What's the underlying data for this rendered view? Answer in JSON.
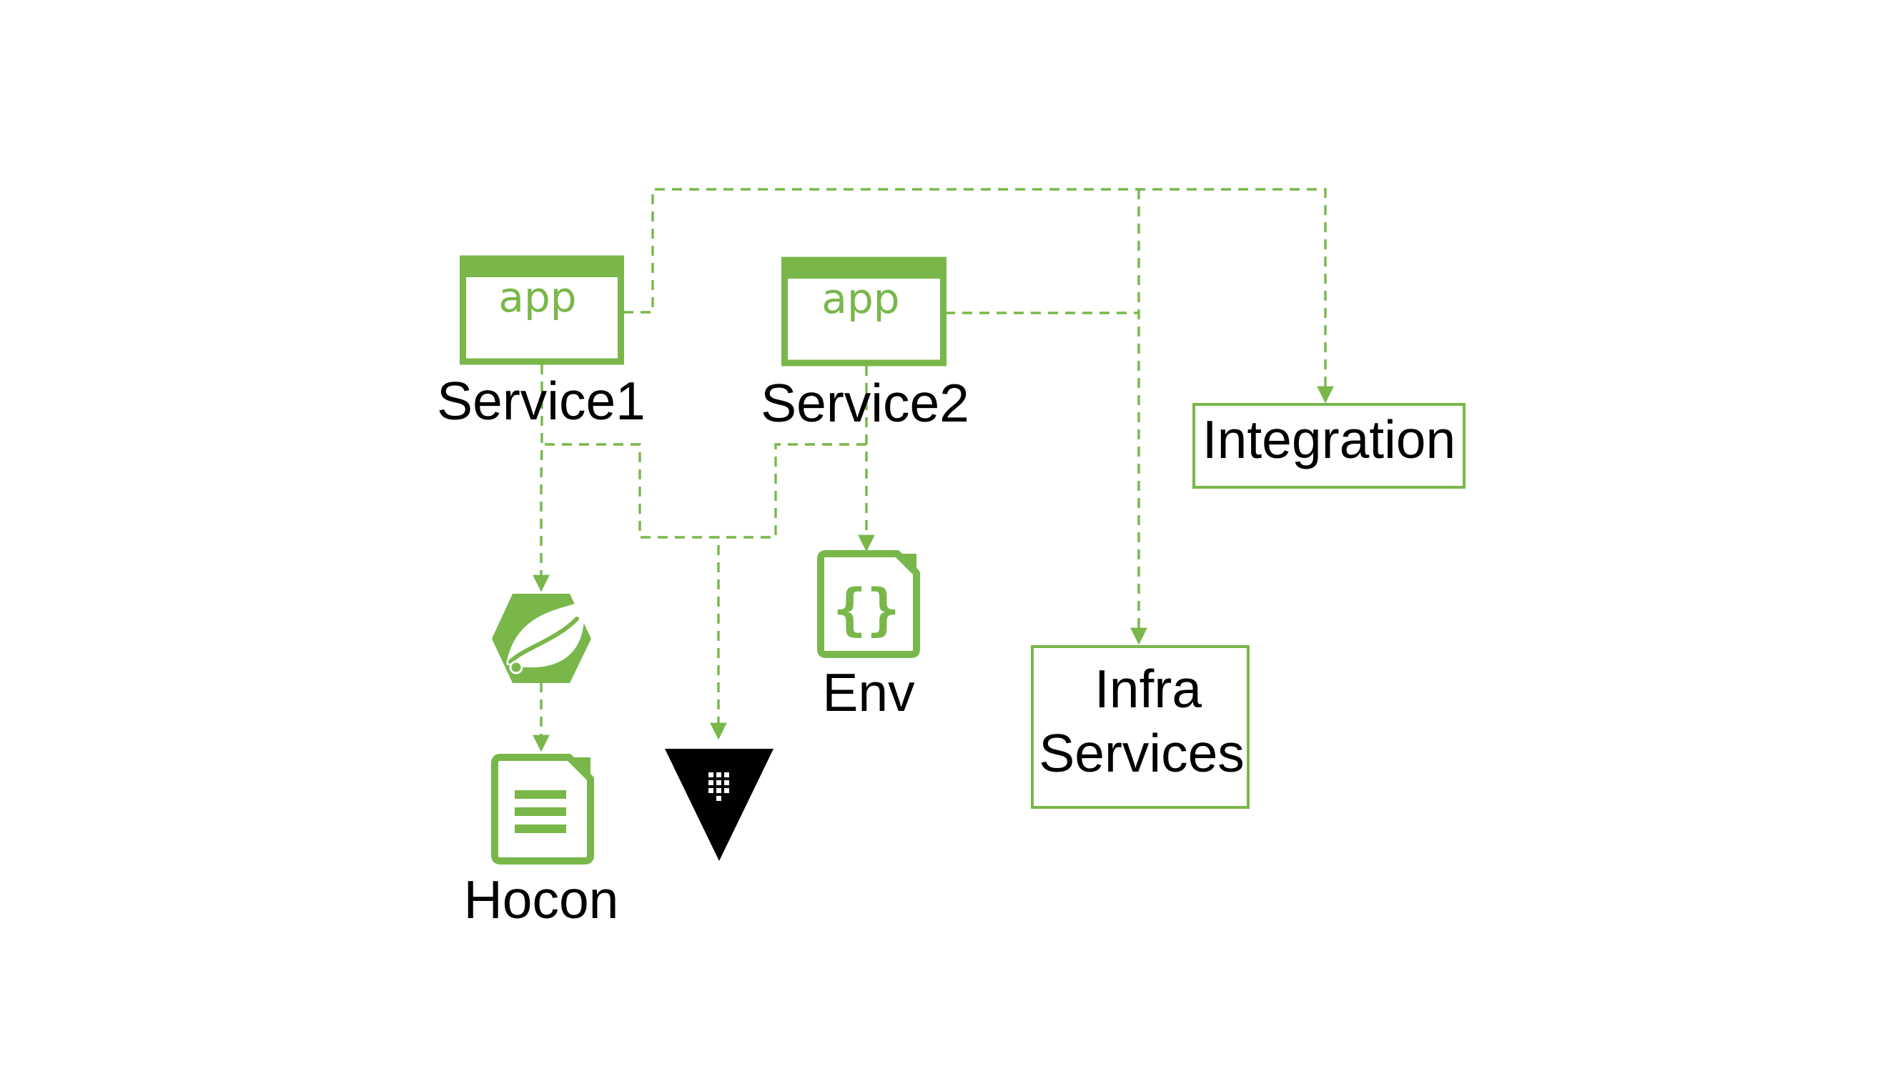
{
  "colors": {
    "accent": "#79b74a",
    "vault": "#000000",
    "text": "#000000",
    "background": "#ffffff"
  },
  "nodes": {
    "service1": {
      "label": "Service1",
      "icon_text": "app",
      "icon": "app-window-icon"
    },
    "service2": {
      "label": "Service2",
      "icon_text": "app",
      "icon": "app-window-icon"
    },
    "spring": {
      "icon": "spring-leaf-icon"
    },
    "hocon": {
      "label": "Hocon",
      "icon": "document-lines-icon"
    },
    "vault": {
      "icon": "vault-triangle-icon"
    },
    "env": {
      "label": "Env",
      "icon": "json-braces-file-icon",
      "icon_text": "{}"
    },
    "integration": {
      "label": "Integration"
    },
    "infra": {
      "label_line1": "Infra",
      "label_line2": "Services"
    }
  },
  "edges": [
    {
      "from": "service1",
      "to": "integration"
    },
    {
      "from": "service1",
      "to": "infra"
    },
    {
      "from": "service2",
      "to": "infra"
    },
    {
      "from": "service1",
      "to": "spring"
    },
    {
      "from": "spring",
      "to": "hocon"
    },
    {
      "from": "service1",
      "to": "vault"
    },
    {
      "from": "service2",
      "to": "vault"
    },
    {
      "from": "service2",
      "to": "env"
    }
  ]
}
